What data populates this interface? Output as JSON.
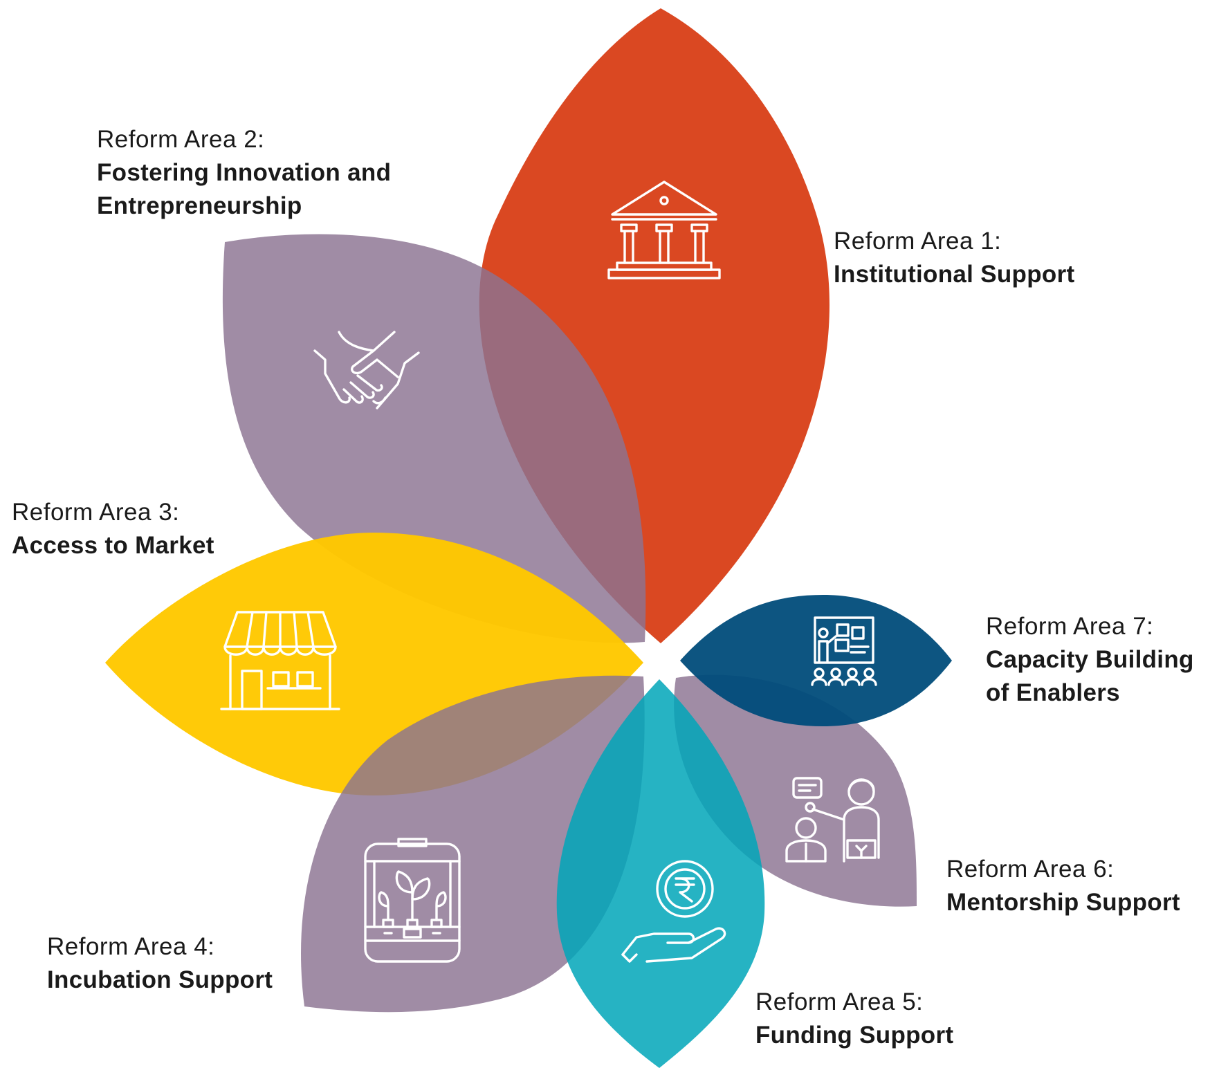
{
  "reform_areas": [
    {
      "lead": "Reform Area 1:",
      "title": "Institutional Support",
      "color": "#D9421B",
      "icon": "bank-building-icon"
    },
    {
      "lead": "Reform Area 2:",
      "title": "Fostering Innovation and Entrepreneurship",
      "color": "#8B7391",
      "icon": "handshake-icon"
    },
    {
      "lead": "Reform Area 3:",
      "title": "Access to Market",
      "color": "#FFC800",
      "icon": "storefront-icon"
    },
    {
      "lead": "Reform Area 4:",
      "title": "Incubation Support",
      "color": "#8B7391",
      "icon": "plant-incubator-icon"
    },
    {
      "lead": "Reform Area 5:",
      "title": "Funding Support",
      "color": "#0097A7",
      "icon": "rupee-coin-hand-icon"
    },
    {
      "lead": "Reform Area 6:",
      "title": "Mentorship Support",
      "color": "#8B7391",
      "icon": "mentor-presentation-icon"
    },
    {
      "lead": "Reform Area 7:",
      "title": "Capacity Building of Enablers",
      "color": "#004C7A",
      "icon": "training-board-icon"
    }
  ]
}
